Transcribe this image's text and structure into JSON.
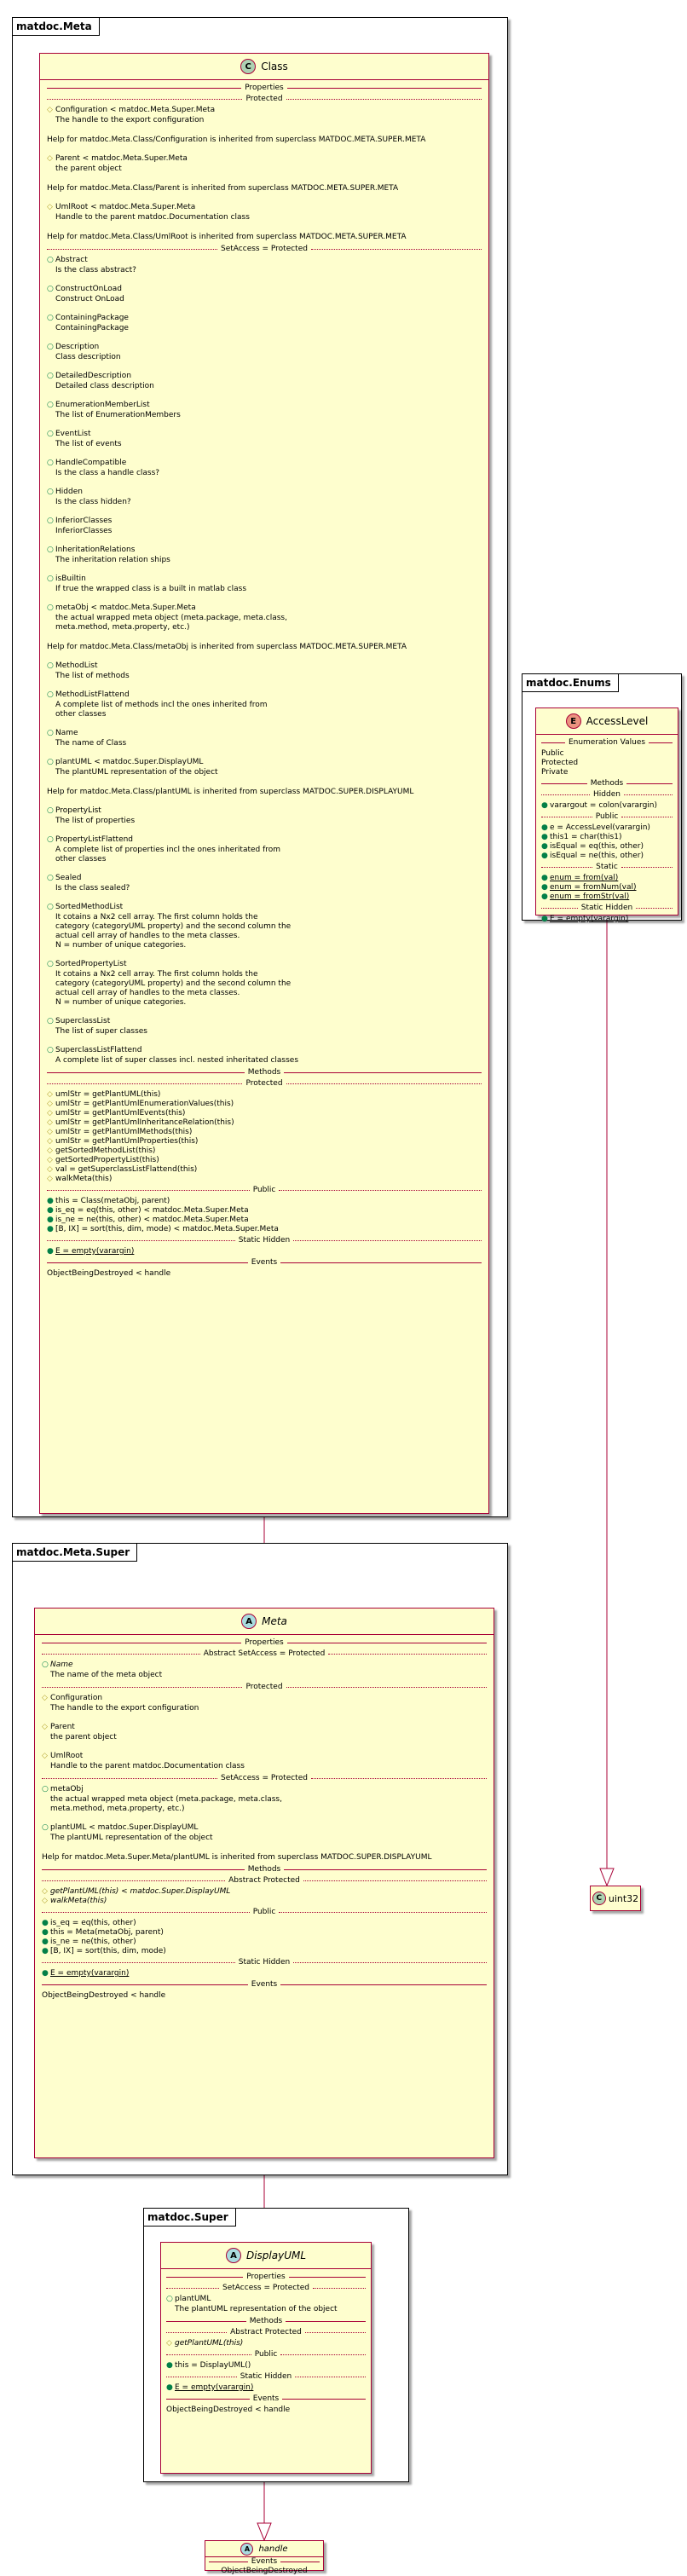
{
  "packages": {
    "meta": "matdoc.Meta",
    "enums": "matdoc.Enums",
    "super_meta": "matdoc.Meta.Super",
    "super": "matdoc.Super"
  },
  "class_class": {
    "stereotype": "C",
    "name": "Class",
    "sec_properties": "Properties",
    "sec_protected": "Protected",
    "prot_props": [
      {
        "sig": "Configuration < matdoc.Meta.Super.Meta",
        "desc": "The handle to the export configuration"
      },
      {
        "note": "Help for matdoc.Meta.Class/Configuration is inherited from superclass MATDOC.META.SUPER.META"
      },
      {
        "sig": "Parent < matdoc.Meta.Super.Meta",
        "desc": "the parent object"
      },
      {
        "note": "Help for matdoc.Meta.Class/Parent is inherited from superclass MATDOC.META.SUPER.META"
      },
      {
        "sig": "UmlRoot < matdoc.Meta.Super.Meta",
        "desc": "Handle to the parent matdoc.Documentation class"
      },
      {
        "note": "Help for matdoc.Meta.Class/UmlRoot is inherited from superclass MATDOC.META.SUPER.META"
      }
    ],
    "sec_setaccess": "SetAccess = Protected",
    "sa_props": [
      {
        "sig": "Abstract",
        "desc": "Is the class abstract?"
      },
      {
        "sig": "ConstructOnLoad",
        "desc": "Construct OnLoad"
      },
      {
        "sig": "ContainingPackage",
        "desc": "ContainingPackage"
      },
      {
        "sig": "Description",
        "desc": "Class description"
      },
      {
        "sig": "DetailedDescription",
        "desc": "Detailed class description"
      },
      {
        "sig": "EnumerationMemberList",
        "desc": "The list of EnumerationMembers"
      },
      {
        "sig": "EventList",
        "desc": "The list of events"
      },
      {
        "sig": "HandleCompatible",
        "desc": "Is the class a handle class?"
      },
      {
        "sig": "Hidden",
        "desc": "Is the class hidden?"
      },
      {
        "sig": "InferiorClasses",
        "desc": "InferiorClasses"
      },
      {
        "sig": "InheritationRelations",
        "desc": "The inheritation relation ships"
      },
      {
        "sig": "isBuiltin",
        "desc": "If true the wrapped class is a built in matlab class"
      },
      {
        "sig": "metaObj < matdoc.Meta.Super.Meta",
        "desc": "the actual wrapped meta object (meta.package, meta.class,\nmeta.method, meta.property, etc.)"
      },
      {
        "note": "Help for matdoc.Meta.Class/metaObj is inherited from superclass MATDOC.META.SUPER.META"
      },
      {
        "sig": "MethodList",
        "desc": "The list of methods"
      },
      {
        "sig": "MethodListFlattend",
        "desc": "A complete list of methods incl the ones inherited from\nother classes"
      },
      {
        "sig": "Name",
        "desc": "The name of Class"
      },
      {
        "sig": "plantUML < matdoc.Super.DisplayUML",
        "desc": "The plantUML representation of the object"
      },
      {
        "note": "Help for matdoc.Meta.Class/plantUML is inherited from superclass MATDOC.SUPER.DISPLAYUML"
      },
      {
        "sig": "PropertyList",
        "desc": "The list of properties"
      },
      {
        "sig": "PropertyListFlattend",
        "desc": "A complete list of properties incl the ones inheritated from\nother classes"
      },
      {
        "sig": "Sealed",
        "desc": "Is the class sealed?"
      },
      {
        "sig": "SortedMethodList",
        "desc": "It cotains a Nx2 cell array. The first column holds the\ncategory (categoryUML property) and the second column the\nactual cell array of handles to the meta classes.\nN = number of unique categories."
      },
      {
        "sig": "SortedPropertyList",
        "desc": "It cotains a Nx2 cell array. The first column holds the\ncategory (categoryUML property) and the second column the\nactual cell array of handles to the meta classes.\nN = number of unique categories."
      },
      {
        "sig": "SuperclassList",
        "desc": "The list of super classes"
      },
      {
        "sig": "SuperclassListFlattend",
        "desc": "A complete list of super classes incl. nested inheritated classes"
      }
    ],
    "sec_methods": "Methods",
    "sec_m_protected": "Protected",
    "prot_methods": [
      "umlStr = getPlantUML(this)",
      "umlStr = getPlantUmlEnumerationValues(this)",
      "umlStr = getPlantUmlEvents(this)",
      "umlStr = getPlantUmlInheritanceRelation(this)",
      "umlStr = getPlantUmlMethods(this)",
      "umlStr = getPlantUmlProperties(this)",
      "getSortedMethodList(this)",
      "getSortedPropertyList(this)",
      "val = getSuperclassListFlattend(this)",
      "walkMeta(this)"
    ],
    "sec_public": "Public",
    "pub_methods": [
      "this = Class(metaObj, parent)",
      "is_eq = eq(this, other) < matdoc.Meta.Super.Meta",
      "is_ne = ne(this, other) < matdoc.Meta.Super.Meta",
      "[B, IX] = sort(this, dim, mode) < matdoc.Meta.Super.Meta"
    ],
    "sec_static_hidden": "Static Hidden",
    "static_hidden": [
      "E = empty(varargin)"
    ],
    "sec_events": "Events",
    "events": [
      "ObjectBeingDestroyed < handle"
    ]
  },
  "class_access": {
    "stereotype": "E",
    "name": "AccessLevel",
    "sec_enum": "Enumeration Values",
    "enum_values": [
      "Public",
      "Protected",
      "Private"
    ],
    "sec_methods": "Methods",
    "sec_hidden": "Hidden",
    "hidden": [
      "varargout = colon(varargin)"
    ],
    "sec_public": "Public",
    "public": [
      "e = AccessLevel(varargin)",
      "this1 = char(this1)",
      "isEqual = eq(this, other)",
      "isEqual = ne(this, other)"
    ],
    "sec_static": "Static",
    "static": [
      "enum = from(val)",
      "enum = fromNum(val)",
      "enum = fromStr(val)"
    ],
    "sec_static_hidden": "Static Hidden",
    "static_hidden": [
      "E = empty(varargin)"
    ]
  },
  "class_uint32": {
    "stereotype": "C",
    "name": "uint32"
  },
  "class_meta": {
    "stereotype": "A",
    "name": "Meta",
    "sec_properties": "Properties",
    "sec_abstract": "Abstract  SetAccess = Protected",
    "abstract_props": [
      {
        "sig": "Name",
        "desc": "The name of the meta object"
      }
    ],
    "sec_protected": "Protected",
    "prot_props": [
      {
        "sig": "Configuration",
        "desc": "The handle to the export configuration"
      },
      {
        "sig": "Parent",
        "desc": "the parent object"
      },
      {
        "sig": "UmlRoot",
        "desc": "Handle to the parent matdoc.Documentation class"
      }
    ],
    "sec_setaccess": "SetAccess = Protected",
    "sa_props": [
      {
        "sig": "metaObj",
        "desc": "the actual wrapped meta object (meta.package, meta.class,\nmeta.method, meta.property, etc.)"
      },
      {
        "sig": "plantUML < matdoc.Super.DisplayUML",
        "desc": "The plantUML representation of the object"
      },
      {
        "note": "Help for matdoc.Meta.Super.Meta/plantUML is inherited from superclass MATDOC.SUPER.DISPLAYUML"
      }
    ],
    "sec_methods": "Methods",
    "sec_abs_prot": "Abstract Protected",
    "abs_prot": [
      "getPlantUML(this) < matdoc.Super.DisplayUML",
      "walkMeta(this)"
    ],
    "sec_public": "Public",
    "public": [
      "is_eq = eq(this, other)",
      "this = Meta(metaObj, parent)",
      "is_ne = ne(this, other)",
      "[B, IX] = sort(this, dim, mode)"
    ],
    "sec_static_hidden": "Static Hidden",
    "static_hidden": [
      "E = empty(varargin)"
    ],
    "sec_events": "Events",
    "events": [
      "ObjectBeingDestroyed < handle"
    ]
  },
  "class_display": {
    "stereotype": "A",
    "name": "DisplayUML",
    "sec_properties": "Properties",
    "sec_setaccess": "SetAccess = Protected",
    "sa_props": [
      {
        "sig": "plantUML",
        "desc": "The plantUML representation of the object"
      }
    ],
    "sec_methods": "Methods",
    "sec_abs_prot": "Abstract Protected",
    "abs_prot": [
      "getPlantUML(this)"
    ],
    "sec_public": "Public",
    "public": [
      "this = DisplayUML()"
    ],
    "sec_static_hidden": "Static Hidden",
    "static_hidden": [
      "E = empty(varargin)"
    ],
    "sec_events": "Events",
    "events": [
      "ObjectBeingDestroyed < handle"
    ]
  },
  "class_handle": {
    "stereotype": "A",
    "name": "handle",
    "sec_events": "Events",
    "events": [
      "ObjectBeingDestroyed"
    ]
  }
}
